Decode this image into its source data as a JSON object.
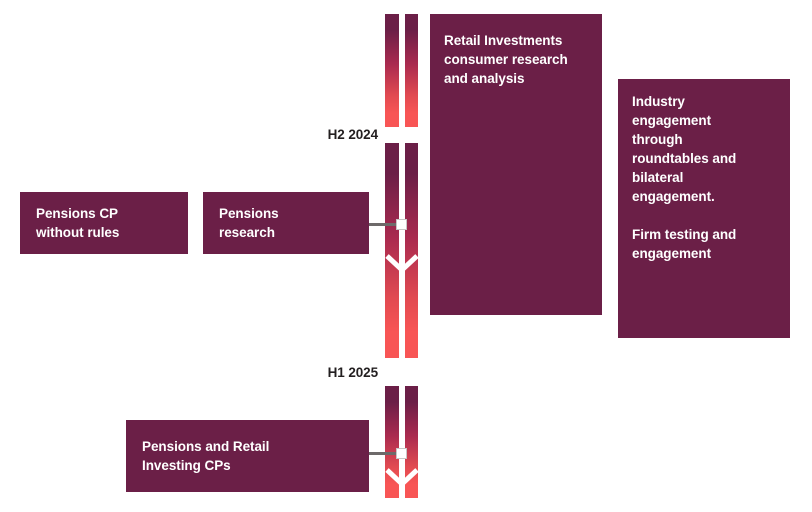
{
  "diagram": {
    "title": "Pensions and Retail Investments timeline",
    "background": "#ffffff",
    "colors": {
      "box_fill": "#6b1f47",
      "box_text": "#ffffff",
      "bar_top": "#6b1f47",
      "bar_bottom": "#f85555",
      "label_text": "#231f20",
      "connector": "#6d6a6a",
      "marker_fill": "#ffffff"
    }
  },
  "timeline": {
    "periods": [
      {
        "label": "H2 2024"
      },
      {
        "label": "H1 2025"
      }
    ],
    "arrows": [
      {
        "name": "arrow-after-h2-2024",
        "direction": "down"
      },
      {
        "name": "arrow-after-h1-2025",
        "direction": "down"
      }
    ],
    "markers": [
      {
        "name": "milestone-pensions-research",
        "connects_to": "Pensions research"
      },
      {
        "name": "milestone-pensions-retail-cps",
        "connects_to": "Pensions and Retail Investing CPs"
      }
    ]
  },
  "boxes": {
    "pensions_cp": {
      "text": "Pensions CP\nwithout rules"
    },
    "pensions_research": {
      "text": "Pensions\nresearch"
    },
    "pensions_retail_cps": {
      "text": "Pensions and Retail\nInvesting CPs"
    },
    "retail_investments": {
      "text": "Retail Investments\nconsumer research\nand analysis"
    },
    "industry_engagement": {
      "text": "Industry\nengagement\nthrough\nroundtables and\nbilateral\nengagement.\n\nFirm testing and\nengagement"
    }
  }
}
